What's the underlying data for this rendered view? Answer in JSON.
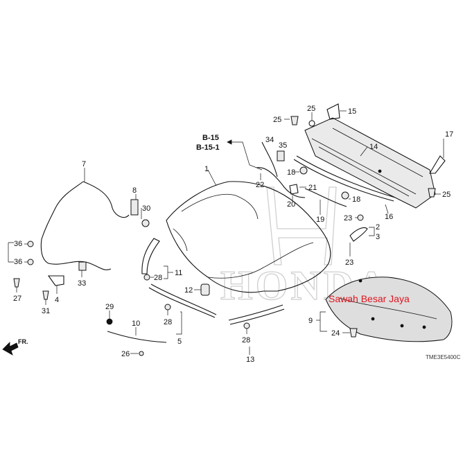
{
  "watermark": "Sawah Besar Jaya",
  "brand_logo": "HONDA",
  "front_indicator": "FR.",
  "diagram_code": "TME3E5400C",
  "refs": {
    "b15": "B-15",
    "b151": "B-15-1"
  },
  "callouts": {
    "c1": "1",
    "c2": "2",
    "c3": "3",
    "c4": "4",
    "c5": "5",
    "c7": "7",
    "c8": "8",
    "c9": "9",
    "c10": "10",
    "c11": "11",
    "c12": "12",
    "c13": "13",
    "c14": "14",
    "c15": "15",
    "c16": "16",
    "c17": "17",
    "c18a": "18",
    "c18b": "18",
    "c19": "19",
    "c20": "20",
    "c21": "21",
    "c22": "22",
    "c23a": "23",
    "c23b": "23",
    "c24": "24",
    "c25a": "25",
    "c25b": "25",
    "c25c": "25",
    "c26": "26",
    "c27": "27",
    "c28a": "28",
    "c28b": "28",
    "c28c": "28",
    "c29": "29",
    "c30": "30",
    "c31": "31",
    "c33": "33",
    "c34": "34",
    "c35": "35",
    "c36a": "36",
    "c36b": "36"
  }
}
